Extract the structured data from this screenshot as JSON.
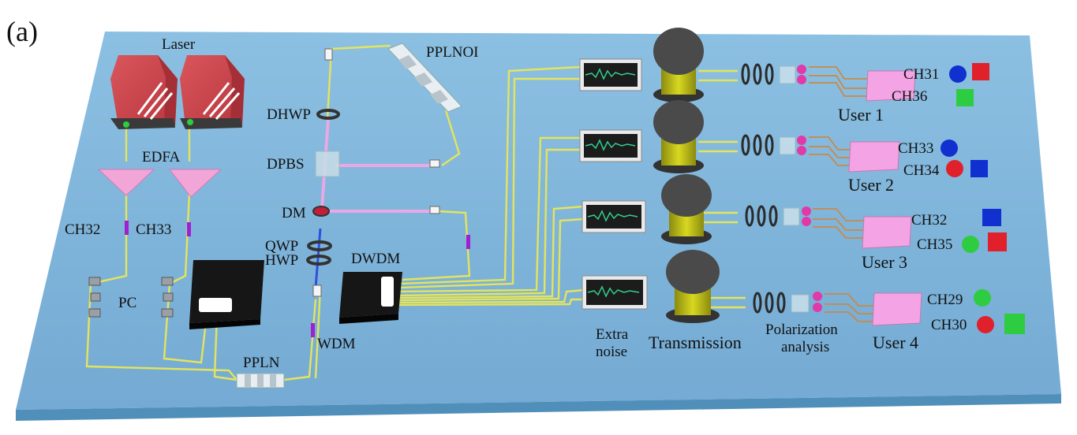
{
  "panel_label": "(a)",
  "labels": {
    "laser": "Laser",
    "edfa": "EDFA",
    "ch32_left": "CH32",
    "ch33_left": "CH33",
    "pc": "PC",
    "ppln": "PPLN",
    "wdm": "WDM",
    "qwp": "QWP",
    "hwp": "HWP",
    "dm": "DM",
    "dpbs": "DPBS",
    "dhwp": "DHWP",
    "pplnoi": "PPLNOI",
    "dwdm": "DWDM",
    "extra_noise_1": "Extra",
    "extra_noise_2": "noise",
    "transmission": "Transmission",
    "polarization_1": "Polarization",
    "polarization_2": "analysis"
  },
  "users": [
    {
      "name": "User 1",
      "ch_top": "CH31",
      "ch_bottom": "CH36"
    },
    {
      "name": "User 2",
      "ch_top": "CH33",
      "ch_bottom": "CH34"
    },
    {
      "name": "User 3",
      "ch_top": "CH32",
      "ch_bottom": "CH35"
    },
    {
      "name": "User 4",
      "ch_top": "CH29",
      "ch_bottom": "CH30"
    }
  ],
  "colors": {
    "table_top": "#7fb4d8",
    "table_edge": "#4f8fba",
    "laser_body": "#c9454c",
    "amplifier": "#f2a6d8",
    "fiber": "#e8e86a",
    "pump_beam": "#f6a8e6",
    "user_box": "#f4a4e4",
    "marker_purple": "#a020d0",
    "red": "#e0202a",
    "green": "#2ecc40",
    "blue": "#1030d0",
    "dark_box": "#161616"
  }
}
